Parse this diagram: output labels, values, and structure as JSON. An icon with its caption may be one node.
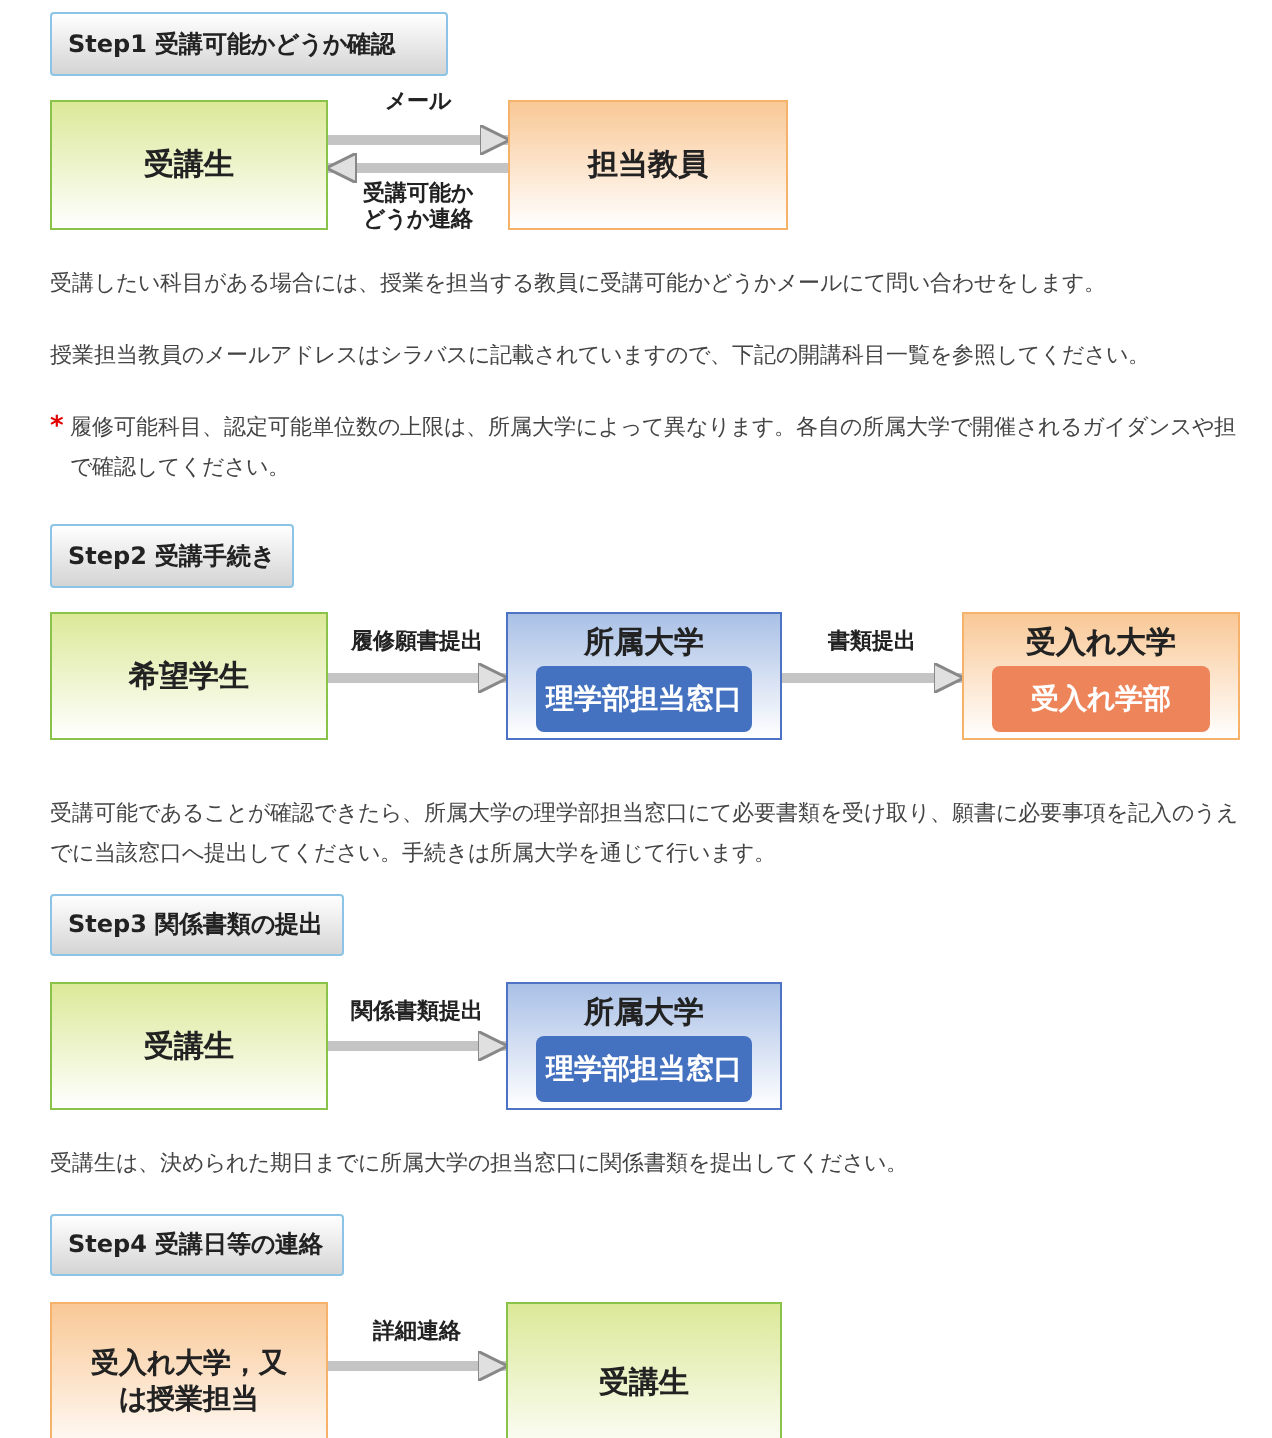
{
  "diagram": {
    "nodes": [
      {
        "text": [
          "Step1 受講可能かどうか確認"
        ]
      },
      {
        "text": [
          "受講生"
        ]
      },
      {
        "text": [
          "担当教員"
        ]
      },
      {
        "text": [
          "Step2 受講手続き"
        ]
      },
      {
        "text": [
          "希望学生"
        ]
      },
      {
        "text": [
          "所属大学"
        ]
      },
      {
        "text": [
          "理学部担当窓口"
        ],
        "in": 5
      },
      {
        "text": [
          "受入れ大学"
        ]
      },
      {
        "text": [
          "受入れ学部"
        ],
        "in": 7
      },
      {
        "text": [
          "Step3 関係書類の提出"
        ]
      },
      {
        "text": [
          "受講生"
        ]
      },
      {
        "text": [
          "所属大学"
        ]
      },
      {
        "text": [
          "理学部担当窓口"
        ],
        "in": 11
      },
      {
        "text": [
          "Step4 受講日等の連絡"
        ]
      },
      {
        "text": [
          "受入れ大学，又は授業担当"
        ]
      },
      {
        "text": [
          "受講生"
        ]
      }
    ],
    "edges": [
      {
        "from": 1,
        "to": 2,
        "arrow": "to",
        "label": "メール"
      },
      {
        "from": 2,
        "to": 1,
        "arrow": "to",
        "label": "受講可能かどうか連絡"
      },
      {
        "from": 4,
        "to": 5,
        "arrow": "to",
        "label": "履修願書提出"
      },
      {
        "from": 5,
        "to": 7,
        "arrow": "to",
        "label": "書類提出"
      },
      {
        "from": 10,
        "to": 11,
        "arrow": "to",
        "label": "関係書類提出"
      },
      {
        "from": 14,
        "to": 15,
        "arrow": "to",
        "label": "詳細連絡"
      }
    ],
    "labels": [
      "受講したい科目がある場合には、授業を担当する教員に受講可能かどうかメールにて問い合わせをします。",
      "授業担当教員のメールアドレスはシラバスに記載されていますので、下記の開講科目一覧を参照してください。",
      "*",
      "履修可能科目、認定可能単位数の上限は、所属大学によって異なります。各自の所属大学で開催されるガイダンスや担で確認してください。",
      "受講可能であることが確認できたら、所属大学の理学部担当窓口にて必要書類を受け取り、願書に必要事項を記入のうえでに当該窓口へ提出してください。手続きは所属大学を通じて行います。",
      "受講生は、決められた期日までに所属大学の担当窓口に関係書類を提出してください。"
    ]
  }
}
